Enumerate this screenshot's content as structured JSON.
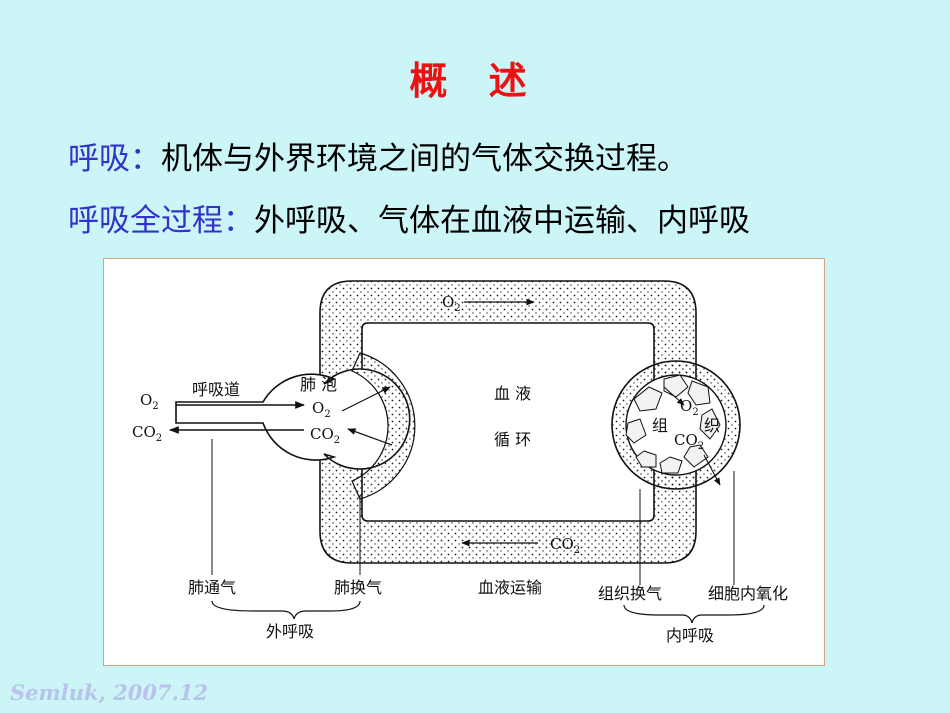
{
  "slide": {
    "title": "概  述",
    "line1": {
      "term": "呼吸：",
      "desc": "机体与外界环境之间的气体交换过程。"
    },
    "line2": {
      "term": "呼吸全过程：",
      "desc": "外呼吸、气体在血液中运输、内呼吸"
    },
    "footer": "Semluk, 2007.12"
  },
  "diagram": {
    "o2_top": "O",
    "o2_top_sub": "2",
    "co2_bottom": "CO",
    "co2_bottom_sub": "2",
    "airway": "呼吸道",
    "o2_in": "O",
    "o2_in_sub": "2",
    "co2_out": "CO",
    "co2_out_sub": "2",
    "alveolus": "肺 泡",
    "alv_o2": "O",
    "alv_o2_sub": "2",
    "alv_co2": "CO",
    "alv_co2_sub": "2",
    "blood_1": "血 液",
    "blood_2": "循 环",
    "tissue_1": "组",
    "tissue_2": "织",
    "tis_o2": "O",
    "tis_o2_sub": "2",
    "tis_co2": "CO",
    "tis_co2_sub": "2",
    "lab_ventilation": "肺通气",
    "lab_exchange": "肺换气",
    "lab_transport": "血液运输",
    "lab_tissue_exchange": "组织换气",
    "lab_cellular": "细胞内氧化",
    "group_external": "外呼吸",
    "group_internal": "内呼吸"
  }
}
